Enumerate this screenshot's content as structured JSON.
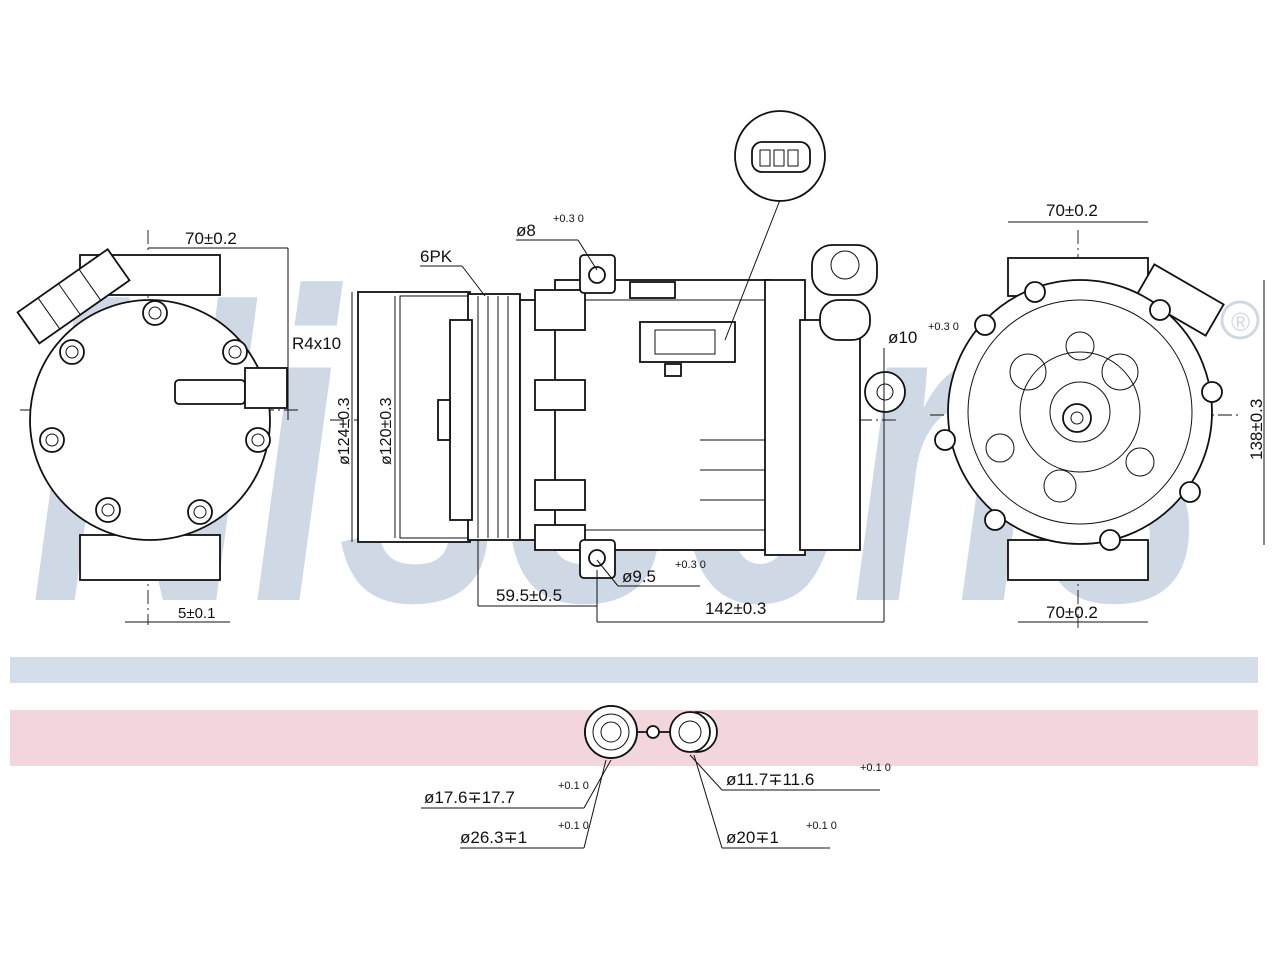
{
  "watermark": {
    "text": "Nissens",
    "registered": "®"
  },
  "colors": {
    "watermark": "#cfd9e6",
    "band_blue": "#d4deea",
    "band_red": "#f3d6dc",
    "line": "#111111"
  },
  "views": {
    "left": {
      "dim_top": "70±0.2",
      "dim_bottom": "5±0.1",
      "label_thread": "R4x10"
    },
    "side": {
      "label_pulley": "6PK",
      "dim_dia_outer": "ø124±0.3",
      "dim_dia_inner": "ø120±0.3",
      "dim_hole_top": "ø8",
      "dim_hole_top_tol": "+0.3\n0",
      "dim_hole_right": "ø10",
      "dim_hole_right_tol": "+0.3\n0",
      "dim_hole_bottom": "ø9.5",
      "dim_hole_bottom_tol": "+0.3\n0",
      "dim_offset": "59.5±0.5",
      "dim_length": "142±0.3"
    },
    "right": {
      "dim_top": "70±0.2",
      "dim_bottom": "70±0.2",
      "dim_height": "138±0.3"
    }
  },
  "port_detail": {
    "left_a": "ø17.6∓17.7",
    "left_a_tol": "+0.1\n0",
    "left_b": "ø26.3∓1",
    "left_b_tol": "+0.1\n0",
    "right_a": "ø11.7∓11.6",
    "right_a_tol": "+0.1\n0",
    "right_b": "ø20∓1",
    "right_b_tol": "+0.1\n0"
  }
}
